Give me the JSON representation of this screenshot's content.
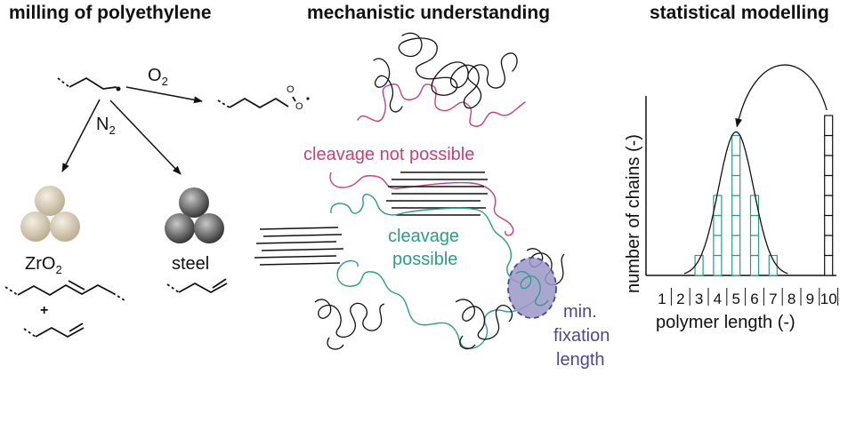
{
  "headers": {
    "left": "milling of polyethylene",
    "middle": "mechanistic understanding",
    "right": "statistical modelling"
  },
  "milling": {
    "oxygen_main": "O",
    "oxygen_sub": "2",
    "nitrogen_main": "N",
    "nitrogen_sub": "2",
    "zro2_main": "ZrO",
    "zro2_sub": "2",
    "steel": "steel",
    "plus": "+",
    "colors": {
      "zro2_ball": "#cdbfa6",
      "steel_ball": "#5a5a5a"
    }
  },
  "mechanism": {
    "cleavage_not_possible": "cleavage not possible",
    "cleavage_line1": "cleavage",
    "cleavage_line2": "possible",
    "fixation_line1": "min.",
    "fixation_line2": "fixation",
    "fixation_line3": "length",
    "colors": {
      "not_possible": "#c4417e",
      "possible": "#2a9d86",
      "fixation": "#4b4891",
      "fixation_fill": "#9a98c8"
    }
  },
  "chart_data": {
    "type": "bar",
    "xlabel": "polymer length (-)",
    "ylabel": "number of chains (-)",
    "categories": [
      "1",
      "2",
      "3",
      "4",
      "5",
      "6",
      "7",
      "8",
      "9",
      "10"
    ],
    "values": [
      0,
      0,
      1,
      4,
      7,
      4,
      1,
      0,
      0,
      8
    ],
    "bar_color": "#2a9d86",
    "initial_bar_color": "#111111",
    "distribution_curve": true,
    "arrow": "from 10 to 5"
  }
}
